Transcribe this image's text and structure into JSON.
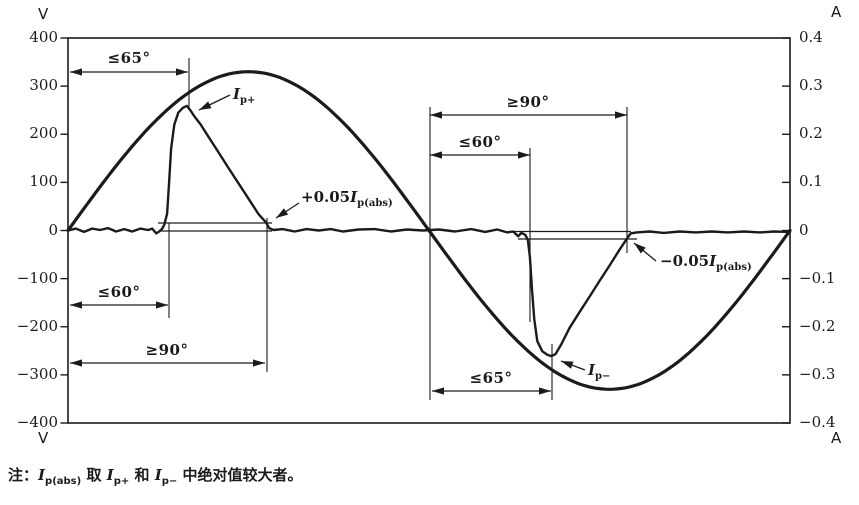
{
  "page": {
    "bg": "#ffffff",
    "ink": "#1b1b1b"
  },
  "axes": {
    "left_unit_top": "V",
    "left_unit_bottom": "V",
    "right_unit_top": "A",
    "right_unit_bottom": "A",
    "left_ticks": [
      "400",
      "300",
      "200",
      "100",
      "0",
      "−100",
      "−200",
      "−300",
      "−400"
    ],
    "right_ticks": [
      "0.4",
      "0.3",
      "0.2",
      "0.1",
      "0",
      "−0.1",
      "−0.2",
      "−0.3",
      "−0.4"
    ]
  },
  "annotations": {
    "le65_top": "≤65°",
    "le60_left": "≤60°",
    "ge90_left": "≥90°",
    "ge90_right": "≥90°",
    "le60_right": "≤60°",
    "le65_bottom": "≤65°",
    "ip_plus": {
      "base": "I",
      "sub": "p+"
    },
    "ip_minus": {
      "base": "I",
      "sub": "p−"
    },
    "thresh_plus": {
      "prefix": "+0.05",
      "base": "I",
      "sub": "p(abs)"
    },
    "thresh_minus": {
      "prefix": "−0.05",
      "base": "I",
      "sub": "p(abs)"
    }
  },
  "note": {
    "full": "注：Ip(abs) 取 Ip+ 和 Ip− 中绝对值较大者。",
    "prefix": "注：",
    "i1": {
      "base": "I",
      "sub": "p(abs)"
    },
    "t1": " 取 ",
    "i2": {
      "base": "I",
      "sub": "p+"
    },
    "t2": " 和 ",
    "i3": {
      "base": "I",
      "sub": "p−"
    },
    "t3": " 中绝对值较大者。"
  },
  "chart_data": {
    "type": "line",
    "title": "",
    "x_axis": {
      "label": "",
      "unit": "phase_deg",
      "range": [
        0,
        360
      ],
      "ticks_shown": false
    },
    "y_axis_left": {
      "label": "V",
      "unit": "V",
      "range": [
        -400,
        400
      ],
      "tick_step": 100
    },
    "y_axis_right": {
      "label": "A",
      "unit": "A",
      "range": [
        -0.4,
        0.4
      ],
      "tick_step": 0.1
    },
    "grid": false,
    "legend": "none",
    "series": [
      {
        "name": "voltage",
        "axis": "left",
        "unit": "V",
        "type": "sine",
        "amplitude": 330,
        "period_deg": 360
      },
      {
        "name": "current",
        "axis": "right",
        "unit": "A",
        "type": "pulse",
        "points": [
          [
            0,
            0
          ],
          [
            4,
            0.004
          ],
          [
            8,
            -0.003
          ],
          [
            12,
            0.004
          ],
          [
            16,
            0.001
          ],
          [
            20,
            0.005
          ],
          [
            24,
            -0.002
          ],
          [
            28,
            0.003
          ],
          [
            32,
            -0.002
          ],
          [
            36,
            0.004
          ],
          [
            40,
            0.001
          ],
          [
            42,
            0.004
          ],
          [
            44,
            -0.006
          ],
          [
            45.5,
            -0.002
          ],
          [
            47,
            0.004
          ],
          [
            48,
            0.012
          ],
          [
            49.4,
            0.035
          ],
          [
            50.4,
            0.1
          ],
          [
            51.4,
            0.17
          ],
          [
            53,
            0.22
          ],
          [
            55,
            0.245
          ],
          [
            57.3,
            0.255
          ],
          [
            59.3,
            0.259
          ],
          [
            61,
            0.25
          ],
          [
            63,
            0.237
          ],
          [
            66,
            0.221
          ],
          [
            70,
            0.195
          ],
          [
            75,
            0.163
          ],
          [
            80,
            0.13
          ],
          [
            85,
            0.098
          ],
          [
            90,
            0.066
          ],
          [
            95,
            0.034
          ],
          [
            98.7,
            0.017
          ],
          [
            100.3,
            0.005
          ],
          [
            102.5,
            0.001
          ],
          [
            107,
            0.003
          ],
          [
            113,
            -0.002
          ],
          [
            119,
            0.003
          ],
          [
            125,
            0
          ],
          [
            131,
            0.003
          ],
          [
            137,
            -0.002
          ],
          [
            145,
            0.002
          ],
          [
            153,
            0.003
          ],
          [
            161,
            -0.002
          ],
          [
            169,
            0.002
          ],
          [
            177,
            0
          ],
          [
            185,
            0.002
          ],
          [
            193,
            -0.002
          ],
          [
            201,
            0.003
          ],
          [
            208,
            -0.003
          ],
          [
            214,
            0.002
          ],
          [
            219,
            -0.004
          ],
          [
            222,
            -0.002
          ],
          [
            224.5,
            -0.012
          ],
          [
            226,
            -0.005
          ],
          [
            228,
            -0.009
          ],
          [
            229.3,
            -0.02
          ],
          [
            230.3,
            -0.055
          ],
          [
            231.3,
            -0.12
          ],
          [
            232.5,
            -0.185
          ],
          [
            234,
            -0.23
          ],
          [
            236.5,
            -0.251
          ],
          [
            239,
            -0.258
          ],
          [
            241,
            -0.261
          ],
          [
            243,
            -0.257
          ],
          [
            246,
            -0.236
          ],
          [
            250,
            -0.203
          ],
          [
            255,
            -0.17
          ],
          [
            260,
            -0.138
          ],
          [
            265,
            -0.105
          ],
          [
            270,
            -0.073
          ],
          [
            275,
            -0.04
          ],
          [
            278.7,
            -0.017
          ],
          [
            280.5,
            -0.006
          ],
          [
            283.5,
            -0.004
          ],
          [
            290,
            -0.002
          ],
          [
            297,
            -0.005
          ],
          [
            305,
            -0.002
          ],
          [
            313,
            -0.004
          ],
          [
            321,
            -0.002
          ],
          [
            329,
            -0.004
          ],
          [
            337,
            -0.002
          ],
          [
            345,
            -0.004
          ],
          [
            352,
            -0.002
          ],
          [
            360,
            -0.003
          ]
        ]
      }
    ],
    "key_values": {
      "voltage_peak_V": 330,
      "Ip_plus_A": 0.26,
      "Ip_minus_A": -0.26,
      "threshold_rule": "±0.05·Ip(abs)",
      "angle_annotations": [
        "≤65°",
        "≤60°",
        "≥90°",
        "≥90°",
        "≤60°",
        "≤65°"
      ]
    }
  }
}
